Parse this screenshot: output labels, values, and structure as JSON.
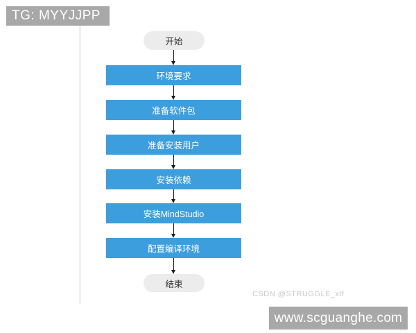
{
  "watermarks": {
    "tg_label": "TG: MYYJJPP",
    "csdn_label": "CSDN @STRUGGLE_xlf",
    "site_label": "www.scguanghe.com"
  },
  "flowchart": {
    "nodes": [
      {
        "type": "terminal",
        "label": "开始"
      },
      {
        "type": "process",
        "label": "环境要求"
      },
      {
        "type": "process",
        "label": "准备软件包"
      },
      {
        "type": "process",
        "label": "准备安装用户"
      },
      {
        "type": "process",
        "label": "安装依赖"
      },
      {
        "type": "process",
        "label": "安装MindStudio"
      },
      {
        "type": "process",
        "label": "配置编译环境"
      },
      {
        "type": "terminal",
        "label": "结束"
      }
    ]
  },
  "colors": {
    "process_fill": "#3d9edd",
    "process_text": "#ffffff",
    "terminal_fill": "#ececec",
    "terminal_text": "#2f2f2f",
    "watermark_box": "#a8a8a8",
    "watermark_text": "#ffffff",
    "csdn_text": "#c8c8c8",
    "arrow": "#1c1c1c"
  }
}
